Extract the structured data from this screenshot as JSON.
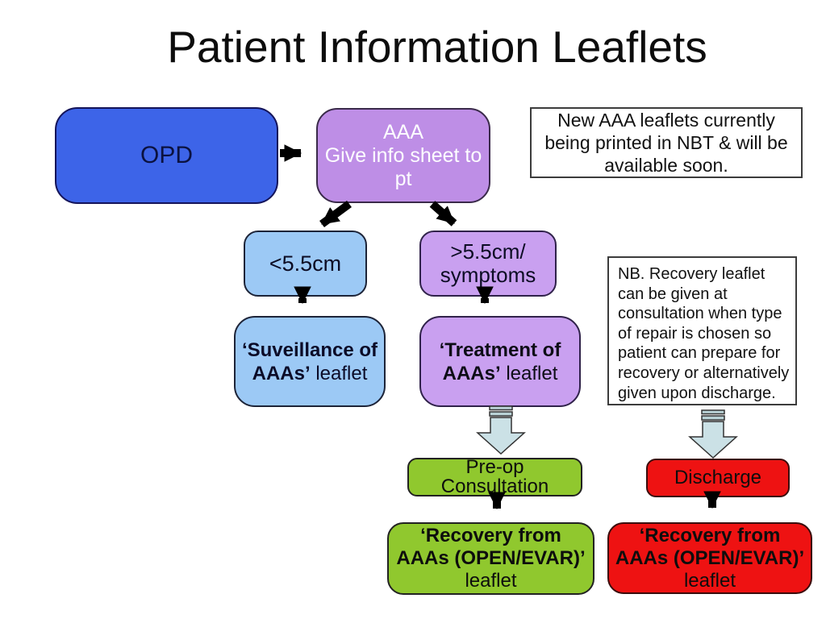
{
  "slide": {
    "title": "Patient Information Leaflets"
  },
  "flowchart": {
    "opd_box": {
      "label": "OPD"
    },
    "aaa_box": {
      "text": "AAA\nGive info sheet to\npt"
    },
    "note_box": {
      "text": "New AAA leaflets currently\nbeing printed in NBT & will be\navailable soon."
    },
    "lt55_box": {
      "label": "<5.5cm"
    },
    "gt55_box": {
      "text": ">5.5cm/\nsymptoms"
    },
    "surveillance_box": {
      "line1_bold": "‘Suveillance of",
      "line2_bold": "AAAs’",
      "line2_regular": "leaflet"
    },
    "treatment_box": {
      "line1_bold": "‘Treatment of",
      "line2_bold": "AAAs’",
      "line2_regular": "leaflet"
    },
    "nb_box": {
      "text": "NB. Recovery leaflet\ncan be given at\nconsultation when type\nof repair is chosen so\npatient can prepare for\nrecovery or alternatively\ngiven upon discharge."
    },
    "preop_box": {
      "text": "Pre-op\nConsultation"
    },
    "discharge_box": {
      "label": "Discharge"
    },
    "recovery_green_box": {
      "line1_bold": "‘Recovery from",
      "line2_bold": "AAAs (OPEN/EVAR)’",
      "line3_regular": "leaflet"
    },
    "recovery_red_box": {
      "line1_bold": "‘Recovery from",
      "line2_bold": "AAAs (OPEN/EVAR)’",
      "line3_regular": "leaflet"
    }
  },
  "colors": {
    "opd_blue": "#3d64e8",
    "aaa_purple": "#be8ee6",
    "light_blue": "#9cc9f5",
    "light_purple": "#c9a0f0",
    "green": "#90c82e",
    "red": "#ee1212",
    "hollow_arrow_fill": "#cbe1e6",
    "connector_black": "#000000",
    "background": "#ffffff"
  }
}
